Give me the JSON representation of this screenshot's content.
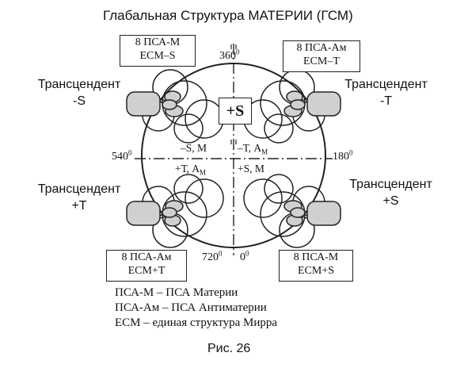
{
  "title": "Глабальная Структура МАТЕРИИ (ГСМ)",
  "boxes": {
    "top_left": {
      "line1": "8 ПСА-М",
      "line2": "ЕСМ–S"
    },
    "top_right": {
      "line1": "8 ПСА-Ам",
      "line2": "ЕСМ–Т"
    },
    "bottom_left": {
      "line1": "8 ПСА-Ам",
      "line2": "ЕСМ+Т"
    },
    "bottom_right": {
      "line1": "8 ПСА-М",
      "line2": "ЕСМ+S"
    }
  },
  "transcendents": {
    "top_left": {
      "line1": "Трансцендент",
      "line2": "-S"
    },
    "top_right": {
      "line1": "Трансцендент",
      "line2": "-T"
    },
    "bottom_left": {
      "line1": "Трансцендент",
      "line2": "+T"
    },
    "bottom_right": {
      "line1": "Трансцендент",
      "line2": "+S"
    }
  },
  "degrees": {
    "top": {
      "value": "360",
      "sup": "0"
    },
    "left": {
      "value": "540",
      "sup": "0"
    },
    "right": {
      "value": "180",
      "sup": "0"
    },
    "bottom_left": {
      "value": "720",
      "sup": "0"
    },
    "bottom_right": {
      "value": "0",
      "sup": "0"
    }
  },
  "center_box": "+S",
  "quadrants": {
    "upper_left": "–S, М",
    "upper_right_base": "–Т, А",
    "upper_right_sub": "М",
    "lower_left_base": "+Т, А",
    "lower_left_sub": "М",
    "lower_right": "+S, М"
  },
  "legend": [
    "ПСА-М – ПСА Материи",
    "ПСА-Ам – ПСА Антиматерии",
    "ЕСМ – единая структура Мирра"
  ],
  "caption": "Рис. 26"
}
